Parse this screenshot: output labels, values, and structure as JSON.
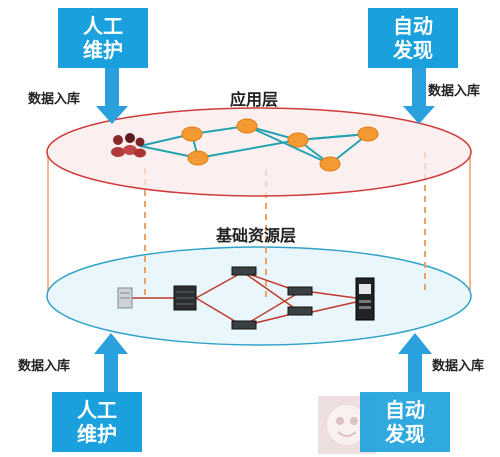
{
  "boxes": {
    "top_left": "人工\n维护",
    "top_right": "自动\n发现",
    "bottom_left": "人工\n维护",
    "bottom_right": "自动\n发现"
  },
  "labels": {
    "top_left": "数据入库",
    "top_right": "数据入库",
    "bottom_left": "数据入库",
    "bottom_right": "数据入库"
  },
  "layers": {
    "application": "应用层",
    "infrastructure": "基础资源层"
  },
  "colors": {
    "box_blue": "#1aa0dc",
    "arrow_blue": "#2aa0dc",
    "app_ellipse_stroke": "#cf3b3b",
    "app_ellipse_fill": "#fbe9e9",
    "infra_ellipse_stroke": "#2fa2c9",
    "infra_ellipse_fill": "#e9f6fb",
    "orange_node": "#f39a33",
    "teal_link": "#23a3b0",
    "red_link": "#c0392b",
    "dashed_connector": "#f0a060"
  }
}
